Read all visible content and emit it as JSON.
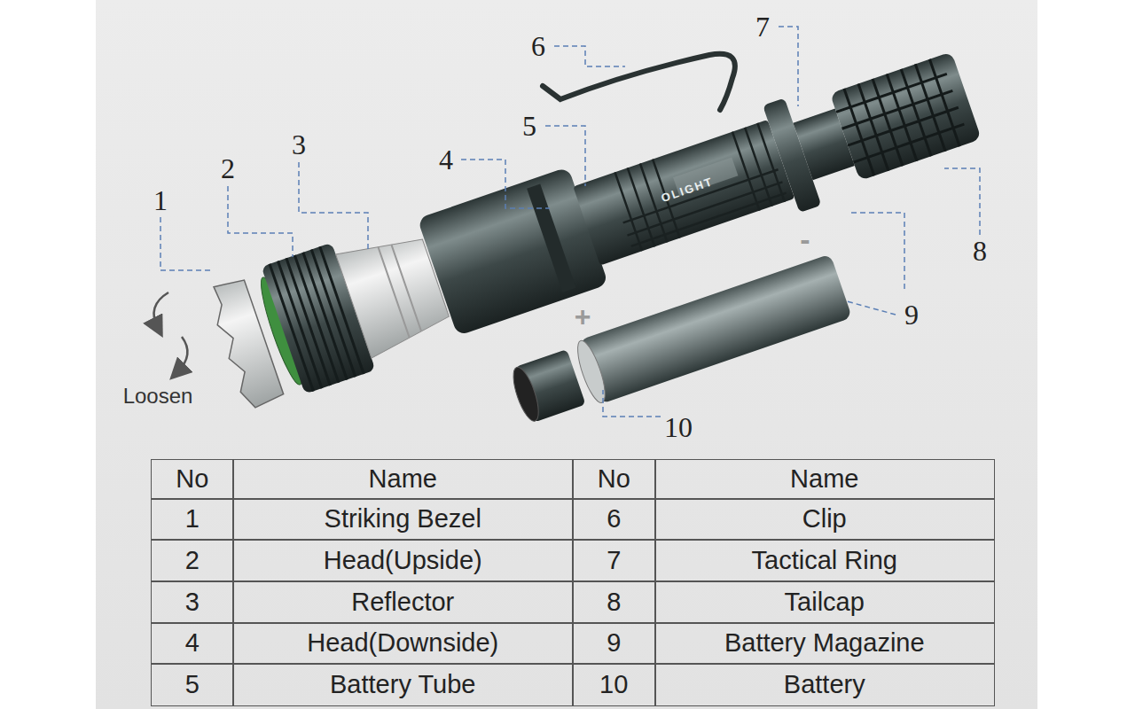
{
  "diagram": {
    "labels": [
      "1",
      "2",
      "3",
      "4",
      "5",
      "6",
      "7",
      "8",
      "9",
      "10",
      "Loosen",
      "OLIGHT",
      "+",
      "-",
      "No",
      "Name",
      "No",
      "Name",
      "1",
      "Striking Bezel",
      "6",
      "Clip",
      "2",
      "Head(Upside)",
      "7",
      "Tactical Ring",
      "3",
      "Reflector",
      "8",
      "Tailcap",
      "4",
      "Head(Downside)",
      "9",
      "Battery Magazine",
      "5",
      "Battery Tube",
      "10",
      "Battery"
    ]
  }
}
